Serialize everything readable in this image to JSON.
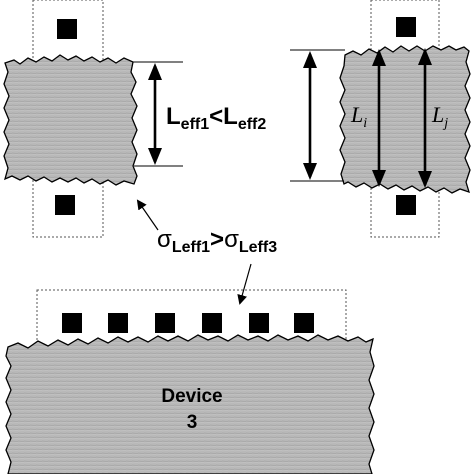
{
  "labels": {
    "leff_compare": {
      "base1": "L",
      "sub1": "eff1",
      "op": "<",
      "base2": "L",
      "sub2": "eff2"
    },
    "sigma_compare": {
      "base1": "σ",
      "sub1": "Leff1",
      "op": ">",
      "base2": "σ",
      "sub2": "Leff3"
    },
    "li": {
      "base": "L",
      "sub": "i"
    },
    "lj": {
      "base": "L",
      "sub": "j"
    },
    "device_word": "Device",
    "device_number": "3"
  },
  "colors": {
    "ink": "#000000",
    "gate_fill": "#b8b8b8",
    "gate_texture": "#9a9a9a",
    "contact": "#000000",
    "dotted_outline": "#555555",
    "background": "#ffffff"
  }
}
